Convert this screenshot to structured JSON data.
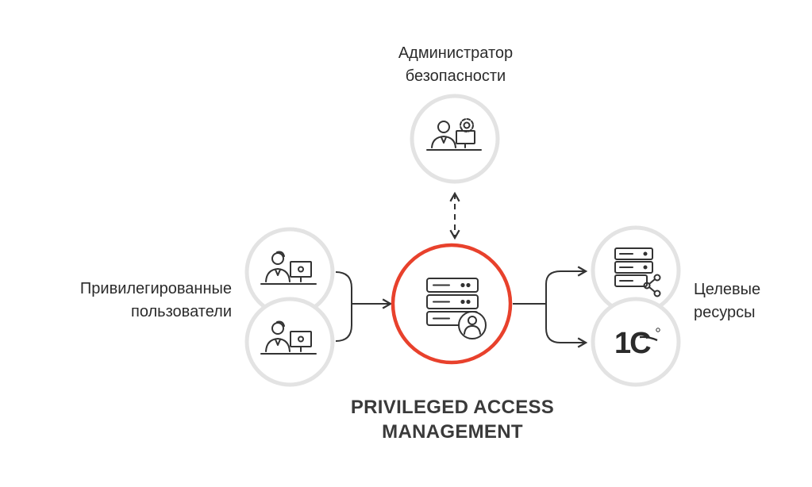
{
  "labels": {
    "admin": "Администратор\nбезопасности",
    "users": "Привилегированные\nпользователи",
    "targets": "Целевые\nресурсы",
    "center_title": "PRIVILEGED ACCESS\nMANAGEMENT",
    "logo_1c": "1C"
  },
  "nodes": [
    {
      "id": "admin",
      "icon": "admin-gear-icon"
    },
    {
      "id": "user-1",
      "icon": "user-computer-icon"
    },
    {
      "id": "user-2",
      "icon": "user-computer-icon"
    },
    {
      "id": "pam",
      "icon": "server-user-icon"
    },
    {
      "id": "servers",
      "icon": "server-share-icon"
    },
    {
      "id": "1c",
      "icon": "1c-logo-icon"
    }
  ],
  "colors": {
    "accent": "#e8412c",
    "ring": "#e3e3e3",
    "line": "#333333",
    "text": "#2b2b2b"
  }
}
